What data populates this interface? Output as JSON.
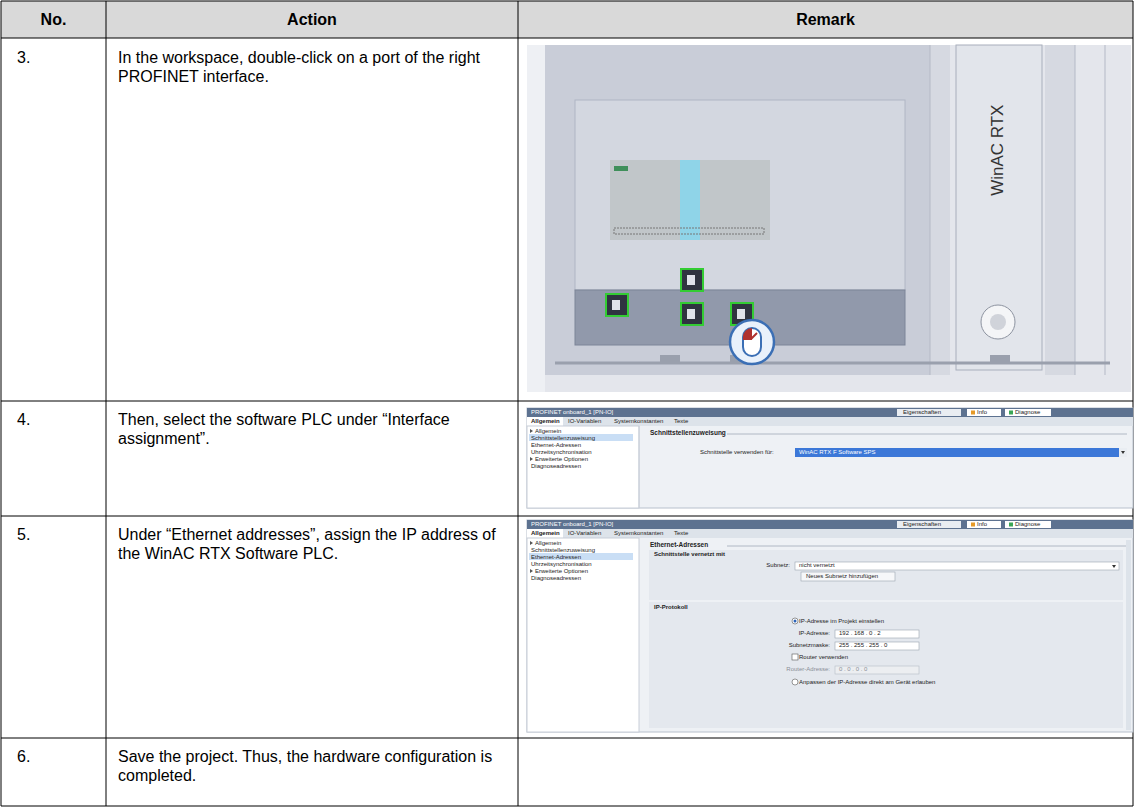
{
  "diagram": {
    "labels": [
      "No.",
      "Action",
      "Remark",
      "3.",
      "In the workspace, double-click on a port of the right PROFINET interface.",
      "WinAC RTX",
      "4.",
      "Then, select the software PLC under “Interface assignment”.",
      "PROFINET onboard_1 [PN-IO]",
      "Eigenschaften",
      "Info",
      "Diagnose",
      "Allgemein",
      "IO-Variablen",
      "Systemkonstanten",
      "Texte",
      "Allgemein",
      "Schnittstellenzuweisung",
      "Ethernet-Adressen",
      "Uhrzeitsynchronisation",
      "Erweiterte Optionen",
      "Diagnoseadressen",
      "Schnittstellenzuweisung",
      "Schnittstelle verwenden für:",
      "WinAC RTX F Software SPS",
      "5.",
      "Under “Ethernet addresses”, assign the IP address of the WinAC RTX Software PLC.",
      "PROFINET onboard_1 [PN-IO]",
      "Eigenschaften",
      "Info",
      "Diagnose",
      "Allgemein",
      "IO-Variablen",
      "Systemkonstanten",
      "Texte",
      "Allgemein",
      "Schnittstellenzuweisung",
      "Ethernet-Adressen",
      "Uhrzeitsynchronisation",
      "Erweiterte Optionen",
      "Diagnoseadressen",
      "Ethernet-Adressen",
      "Schnittstelle vernetzt mit",
      "Subnetz:",
      "nicht vernetzt",
      "Neues Subnetz hinzufügen",
      "IP-Protokoll",
      "IP-Adresse im Projekt einstellen",
      "IP-Adresse:",
      "192 . 168 . 0 . 2",
      "Subnetzmaske:",
      "255 . 255 . 255 . 0",
      "Router verwenden",
      "Router-Adresse:",
      "0 . 0 . 0 . 0",
      "Anpassen der IP-Adresse direkt am Gerät erlauben",
      "6.",
      "Save the project. Thus, the hardware configuration is completed."
    ]
  }
}
